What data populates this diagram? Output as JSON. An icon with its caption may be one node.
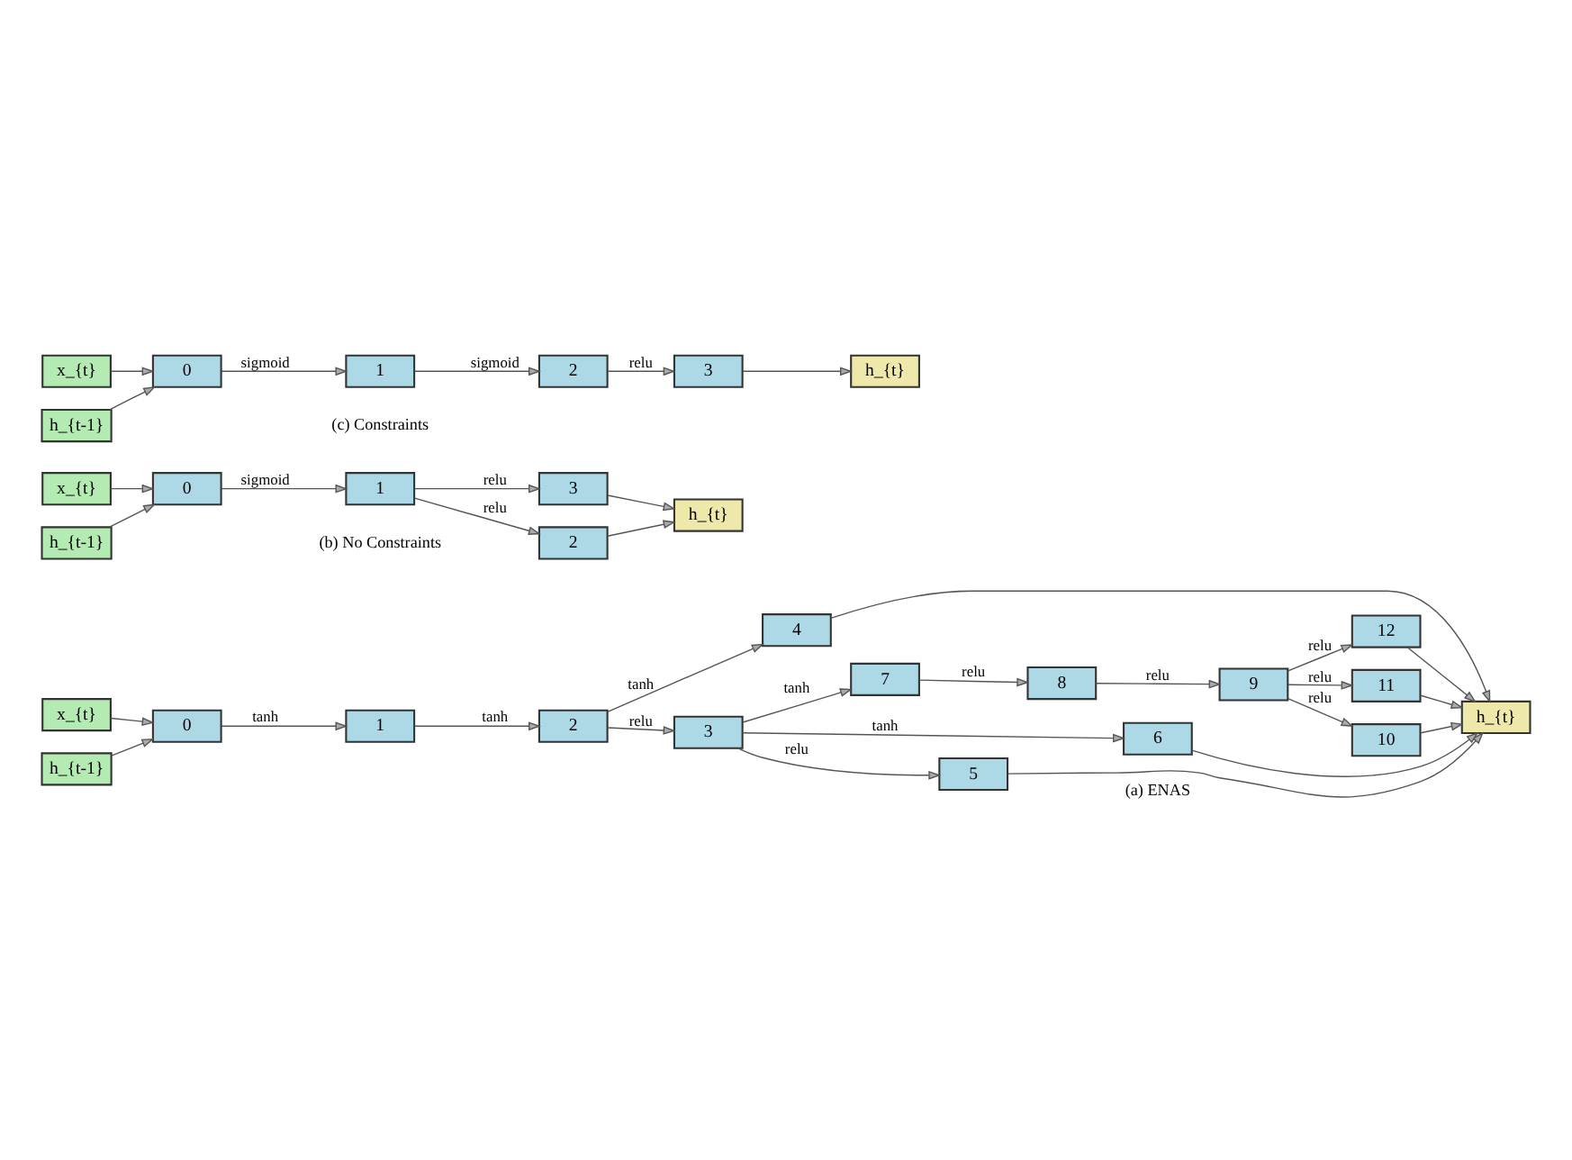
{
  "diagram": {
    "nodes": [
      {
        "text": [
          "x_{t}"
        ]
      },
      {
        "text": [
          "h_{t-1}"
        ]
      },
      {
        "text": [
          "0"
        ]
      },
      {
        "text": [
          "1"
        ]
      },
      {
        "text": [
          "2"
        ]
      },
      {
        "text": [
          "3"
        ]
      },
      {
        "text": [
          "4"
        ]
      },
      {
        "text": [
          "5"
        ]
      },
      {
        "text": [
          "6"
        ]
      },
      {
        "text": [
          "7"
        ]
      },
      {
        "text": [
          "8"
        ]
      },
      {
        "text": [
          "9"
        ]
      },
      {
        "text": [
          "10"
        ]
      },
      {
        "text": [
          "11"
        ]
      },
      {
        "text": [
          "12"
        ]
      },
      {
        "text": [
          "h_{t}"
        ]
      },
      {
        "text": [
          "x_{t}"
        ]
      },
      {
        "text": [
          "h_{t-1}"
        ]
      },
      {
        "text": [
          "0"
        ]
      },
      {
        "text": [
          "1"
        ]
      },
      {
        "text": [
          "2"
        ]
      },
      {
        "text": [
          "3"
        ]
      },
      {
        "text": [
          "h_{t}"
        ]
      },
      {
        "text": [
          "x_{t}"
        ]
      },
      {
        "text": [
          "h_{t-1}"
        ]
      },
      {
        "text": [
          "0"
        ]
      },
      {
        "text": [
          "1"
        ]
      },
      {
        "text": [
          "2"
        ]
      },
      {
        "text": [
          "3"
        ]
      },
      {
        "text": [
          "h_{t}"
        ]
      }
    ],
    "edges": [
      {
        "from": 0,
        "to": 2,
        "arrow": "to"
      },
      {
        "from": 1,
        "to": 2,
        "arrow": "to"
      },
      {
        "from": 2,
        "to": 3,
        "arrow": "to",
        "label": "tanh"
      },
      {
        "from": 3,
        "to": 4,
        "arrow": "to",
        "label": "tanh"
      },
      {
        "from": 4,
        "to": 5,
        "arrow": "to",
        "label": "relu"
      },
      {
        "from": 4,
        "to": 6,
        "arrow": "to",
        "label": "tanh"
      },
      {
        "from": 5,
        "to": 7,
        "arrow": "to",
        "label": "relu"
      },
      {
        "from": 5,
        "to": 8,
        "arrow": "to",
        "label": "tanh"
      },
      {
        "from": 5,
        "to": 9,
        "arrow": "to",
        "label": "tanh"
      },
      {
        "from": 9,
        "to": 10,
        "arrow": "to",
        "label": "relu"
      },
      {
        "from": 10,
        "to": 11,
        "arrow": "to",
        "label": "relu"
      },
      {
        "from": 11,
        "to": 12,
        "arrow": "to",
        "label": "relu"
      },
      {
        "from": 11,
        "to": 13,
        "arrow": "to",
        "label": "relu"
      },
      {
        "from": 11,
        "to": 14,
        "arrow": "to",
        "label": "relu"
      },
      {
        "from": 7,
        "to": 15,
        "arrow": "to"
      },
      {
        "from": 8,
        "to": 15,
        "arrow": "to"
      },
      {
        "from": 12,
        "to": 15,
        "arrow": "to"
      },
      {
        "from": 13,
        "to": 15,
        "arrow": "to"
      },
      {
        "from": 14,
        "to": 15,
        "arrow": "to"
      },
      {
        "from": 6,
        "to": 15,
        "arrow": "to"
      },
      {
        "from": 16,
        "to": 18,
        "arrow": "to"
      },
      {
        "from": 17,
        "to": 18,
        "arrow": "to"
      },
      {
        "from": 18,
        "to": 19,
        "arrow": "to",
        "label": "sigmoid"
      },
      {
        "from": 19,
        "to": 20,
        "arrow": "to",
        "label": "relu"
      },
      {
        "from": 19,
        "to": 21,
        "arrow": "to",
        "label": "relu"
      },
      {
        "from": 20,
        "to": 22,
        "arrow": "to"
      },
      {
        "from": 21,
        "to": 22,
        "arrow": "to"
      },
      {
        "from": 23,
        "to": 25,
        "arrow": "to"
      },
      {
        "from": 24,
        "to": 25,
        "arrow": "to"
      },
      {
        "from": 25,
        "to": 26,
        "arrow": "to",
        "label": "sigmoid"
      },
      {
        "from": 26,
        "to": 27,
        "arrow": "to",
        "label": "sigmoid"
      },
      {
        "from": 27,
        "to": 28,
        "arrow": "to",
        "label": "relu"
      },
      {
        "from": 28,
        "to": 29,
        "arrow": "to"
      }
    ],
    "labels": [
      "(a) ENAS",
      "(b) No Constraints",
      "(c) Constraints"
    ]
  }
}
